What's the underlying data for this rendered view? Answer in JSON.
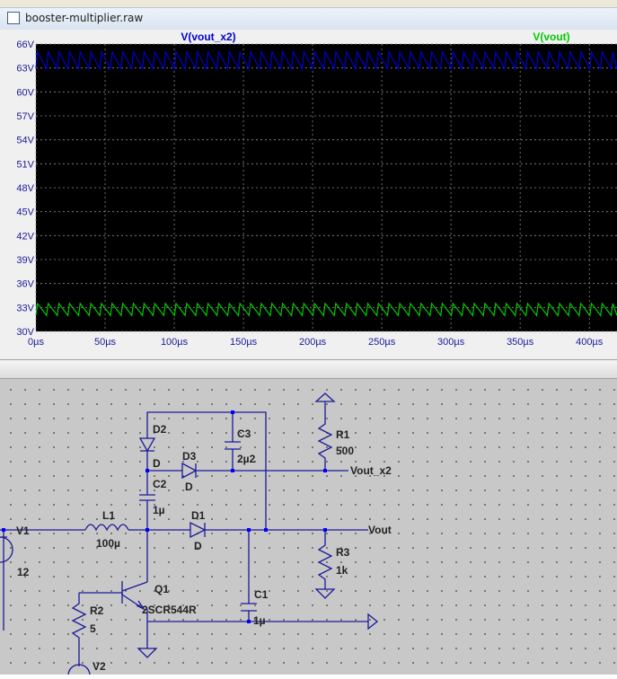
{
  "window": {
    "title": "booster-multiplier.raw"
  },
  "plot": {
    "trace_labels": [
      {
        "text": "V(vout_x2)",
        "color": "#0000d0"
      },
      {
        "text": "V(vout)",
        "color": "#00cc00"
      }
    ],
    "y_ticks": [
      "66V",
      "63V",
      "60V",
      "57V",
      "54V",
      "51V",
      "48V",
      "45V",
      "42V",
      "39V",
      "36V",
      "33V",
      "30V"
    ],
    "x_ticks": [
      "0µs",
      "50µs",
      "100µs",
      "150µs",
      "200µs",
      "250µs",
      "300µs",
      "350µs",
      "400µs"
    ],
    "background": "#000000",
    "grid_color": "#8a8a8a"
  },
  "chart_data": {
    "type": "line",
    "title": "",
    "xlabel": "",
    "ylabel": "",
    "xlim": [
      0,
      420
    ],
    "ylim": [
      30,
      66
    ],
    "grid": true,
    "legend": "top",
    "series": [
      {
        "name": "V(vout_x2)",
        "color": "#0000d0",
        "high": 65.0,
        "low": 62.9,
        "period_us": 7.7
      },
      {
        "name": "V(vout)",
        "color": "#00cc00",
        "high": 33.5,
        "low": 32.0,
        "period_us": 7.7
      }
    ]
  },
  "schematic": {
    "labels": {
      "D2": "D2",
      "D2_model": "D",
      "D3": "D3",
      "D3_model": "D",
      "C3": "C3",
      "C3_val": "2µ2",
      "R1": "R1",
      "R1_val": "500",
      "C2": "C2",
      "C2_val": "1µ",
      "L1": "L1",
      "L1_val": "100µ",
      "D1": "D1",
      "D1_model": "D",
      "V1": "V1",
      "V1_val": "12",
      "R3": "R3",
      "R3_val": "1k",
      "Q1": "Q1",
      "Q1_model": "2SCR544R",
      "R2": "R2",
      "R2_val": "5",
      "C1": "C1",
      "C1_val": "1µ",
      "V2": "V2",
      "vout_x2": "Vout_x2",
      "vout": "Vout"
    },
    "wire_color": "#1a1a9a",
    "component_color": "#1a1a9a",
    "node_color": "#0000ff"
  }
}
